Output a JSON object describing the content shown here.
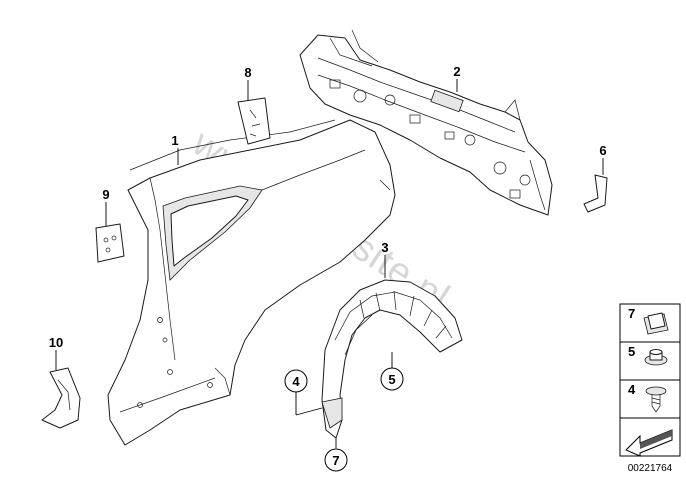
{
  "watermark": "www.BMWsite.pl",
  "diagram_id": "00221764",
  "callouts": {
    "c1": "1",
    "c2": "2",
    "c3": "3",
    "c4": "4",
    "c5": "5",
    "c6": "6",
    "c7": "7",
    "c8": "8",
    "c9": "9",
    "c10": "10"
  },
  "legend": {
    "item_top": "7",
    "item_mid": "5",
    "item_bot": "4"
  }
}
